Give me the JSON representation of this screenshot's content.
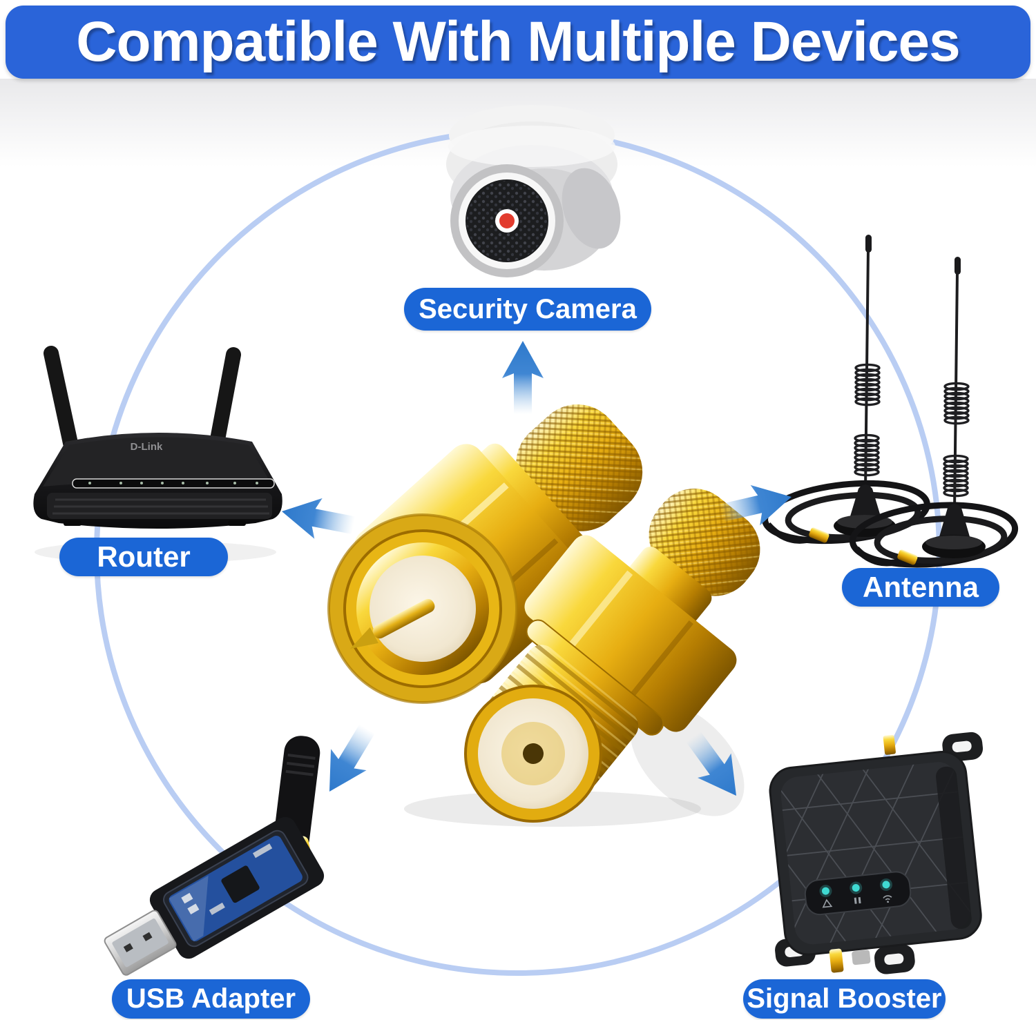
{
  "header": {
    "title": "Compatible With Multiple Devices"
  },
  "devices": {
    "security_camera": {
      "label": "Security Camera"
    },
    "router": {
      "label": "Router",
      "brand": "D-Link"
    },
    "antenna": {
      "label": "Antenna"
    },
    "usb_adapter": {
      "label": "USB Adapter"
    },
    "signal_booster": {
      "label": "Signal Booster"
    }
  },
  "colors": {
    "banner_blue": "#2a64d9",
    "label_blue": "#1b66d6",
    "arrow_blue": "#3a80cf",
    "circle_blue": "#b9cdf3",
    "connector_gold": "#e8b615",
    "camera_red": "#e23b2e",
    "led_cyan": "#3fd9d2"
  }
}
